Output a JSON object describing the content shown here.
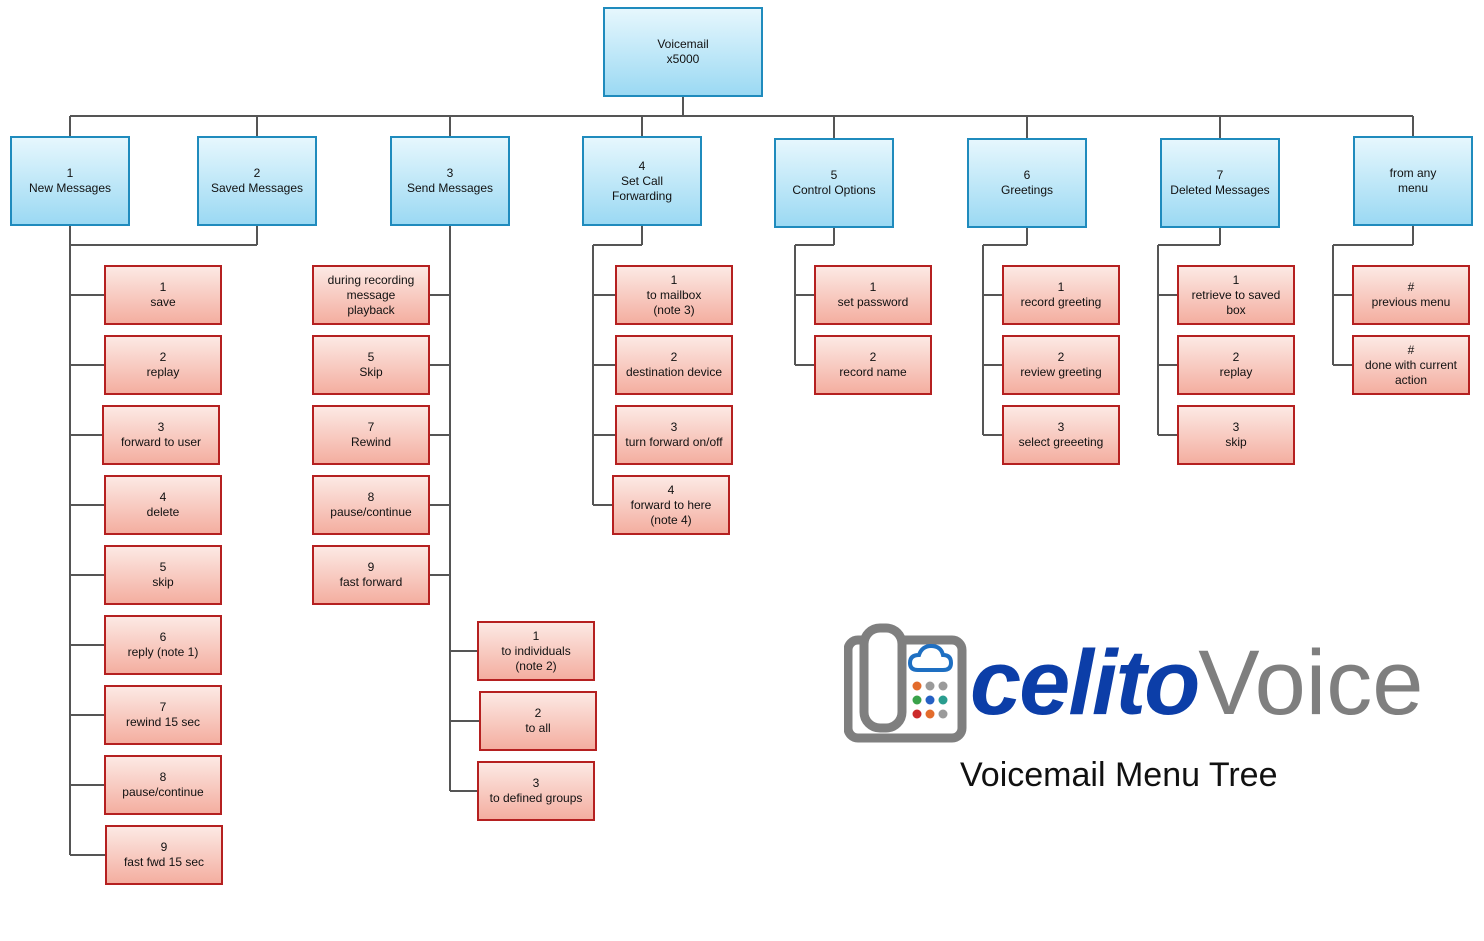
{
  "root": {
    "lines": [
      "Voicemail",
      "x5000"
    ]
  },
  "menus": [
    {
      "id": "new",
      "lines": [
        "1",
        "New Messages"
      ]
    },
    {
      "id": "saved",
      "lines": [
        "2",
        "Saved Messages"
      ]
    },
    {
      "id": "send",
      "lines": [
        "3",
        "Send Messages"
      ]
    },
    {
      "id": "fwd",
      "lines": [
        "4",
        "Set Call",
        "Forwarding"
      ]
    },
    {
      "id": "ctrl",
      "lines": [
        "5",
        "Control Options"
      ]
    },
    {
      "id": "greet",
      "lines": [
        "6",
        "Greetings"
      ]
    },
    {
      "id": "deleted",
      "lines": [
        "7",
        "Deleted Messages"
      ]
    },
    {
      "id": "any",
      "lines": [
        "from any",
        "menu"
      ]
    }
  ],
  "options": {
    "new": [
      [
        "1",
        "save"
      ],
      [
        "2",
        "replay"
      ],
      [
        "3",
        "forward to user"
      ],
      [
        "4",
        "delete"
      ],
      [
        "5",
        "skip"
      ],
      [
        "6",
        "reply (note 1)"
      ],
      [
        "7",
        "rewind 15 sec"
      ],
      [
        "8",
        "pause/continue"
      ],
      [
        "9",
        "fast fwd 15 sec"
      ]
    ],
    "send_playback": [
      [
        "during recording",
        "message",
        "playback"
      ],
      [
        "5",
        "Skip"
      ],
      [
        "7",
        "Rewind"
      ],
      [
        "8",
        "pause/continue"
      ],
      [
        "9",
        "fast forward"
      ]
    ],
    "send_targets": [
      [
        "1",
        "to individuals",
        "(note 2)"
      ],
      [
        "2",
        "to all"
      ],
      [
        "3",
        "to defined groups"
      ]
    ],
    "fwd": [
      [
        "1",
        "to mailbox",
        "(note 3)"
      ],
      [
        "2",
        "destination device"
      ],
      [
        "3",
        "turn forward on/off"
      ],
      [
        "4",
        "forward to here",
        "(note 4)"
      ]
    ],
    "ctrl": [
      [
        "1",
        "set password"
      ],
      [
        "2",
        "record name"
      ]
    ],
    "greet": [
      [
        "1",
        "record greeting"
      ],
      [
        "2",
        "review greeting"
      ],
      [
        "3",
        "select greeeting"
      ]
    ],
    "deleted": [
      [
        "1",
        "retrieve to saved",
        "box"
      ],
      [
        "2",
        "replay"
      ],
      [
        "3",
        "skip"
      ]
    ],
    "any": [
      [
        "#",
        "previous menu"
      ],
      [
        "#",
        "done with current",
        "action"
      ]
    ]
  },
  "logo": {
    "part1": "celito",
    "part2": "Voice",
    "icon": "phone-cloud-keypad-icon"
  },
  "subtitle": "Voicemail Menu Tree",
  "colors": {
    "menu_fill": "#9bd9f3",
    "menu_border": "#1f8bbd",
    "option_fill": "#f4aea0",
    "option_border": "#b52020",
    "connector": "#555555",
    "brand_blue": "#0c3ea8",
    "brand_gray": "#7f7f7f"
  }
}
